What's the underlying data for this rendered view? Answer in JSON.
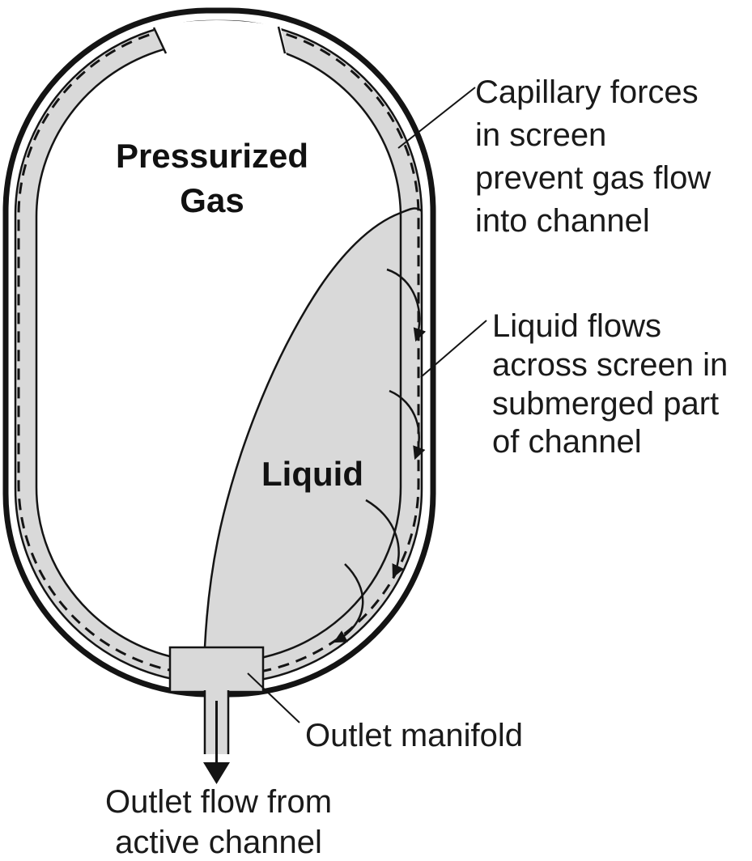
{
  "diagram": {
    "type": "propellant-tank-capillary-channel-schematic",
    "labels": {
      "pressurized_gas_line1": "Pressurized",
      "pressurized_gas_line2": "Gas",
      "liquid": "Liquid"
    },
    "annotations": {
      "capillary": {
        "lines": [
          "Capillary forces",
          "in screen",
          "prevent gas flow",
          "into channel"
        ]
      },
      "liquid_flow": {
        "lines": [
          "Liquid flows",
          "across screen in",
          "submerged part",
          "of channel"
        ]
      },
      "outlet_manifold": "Outlet manifold",
      "outlet_flow": {
        "lines": [
          "Outlet flow from",
          "active channel"
        ]
      }
    },
    "colors": {
      "fill_gray": "#d9d9d9",
      "line": "#141414",
      "background": "#ffffff",
      "text": "#1a1a1a"
    }
  }
}
